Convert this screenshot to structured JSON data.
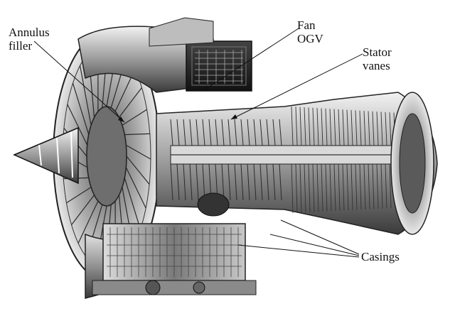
{
  "labels": {
    "annulus_filler": [
      "Annulus",
      "filler"
    ],
    "fan_ogv": [
      "Fan",
      "OGV"
    ],
    "stator_vanes": [
      "Stator",
      "vanes"
    ],
    "casings": "Casings"
  }
}
